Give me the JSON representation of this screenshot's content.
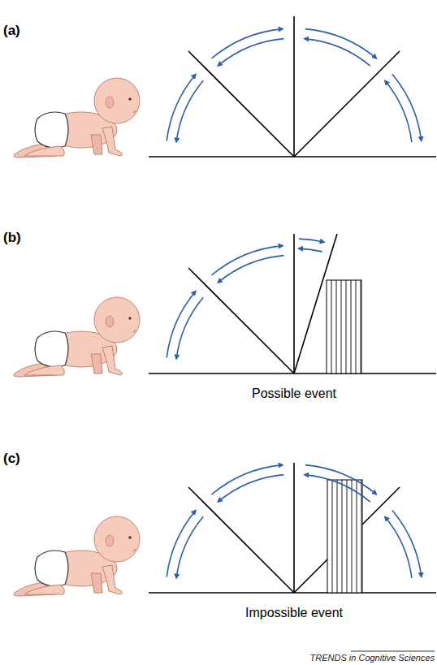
{
  "diagram": {
    "labels": [
      "(a)",
      "(b)",
      "(c)",
      "Possible event",
      "Impossible event",
      "TRENDS in Cognitive Sciences"
    ]
  }
}
